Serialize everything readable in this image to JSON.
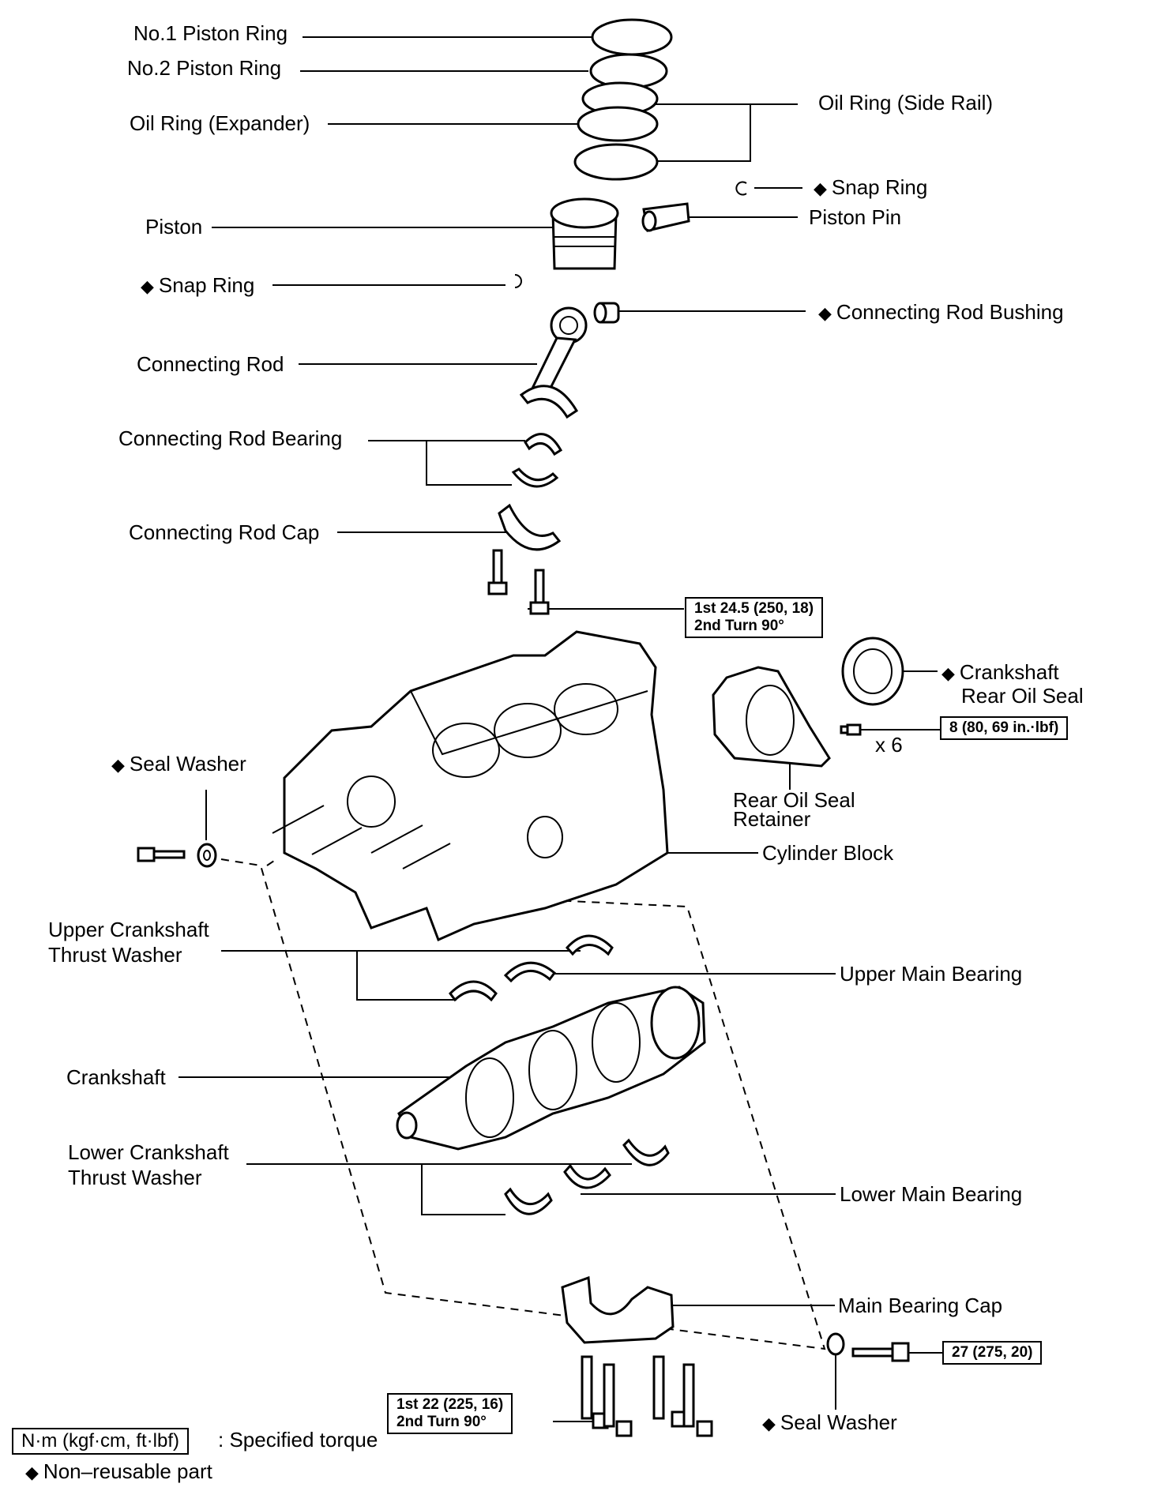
{
  "labels": {
    "no1_piston_ring": "No.1 Piston Ring",
    "no2_piston_ring": "No.2 Piston Ring",
    "oil_ring_expander": "Oil Ring (Expander)",
    "oil_ring_side_rail": "Oil Ring (Side Rail)",
    "snap_ring_right": "Snap Ring",
    "piston": "Piston",
    "piston_pin": "Piston Pin",
    "snap_ring_left": "Snap Ring",
    "connecting_rod_bushing": "Connecting Rod Bushing",
    "connecting_rod": "Connecting Rod",
    "connecting_rod_bearing": "Connecting Rod Bearing",
    "connecting_rod_cap": "Connecting Rod Cap",
    "crankshaft_rear_oil_seal_1": "Crankshaft",
    "crankshaft_rear_oil_seal_2": "Rear Oil Seal",
    "bolt_count": "x 6",
    "rear_oil_seal_retainer_1": "Rear Oil Seal",
    "rear_oil_seal_retainer_2": "Retainer",
    "seal_washer_upper": "Seal Washer",
    "cylinder_block": "Cylinder Block",
    "upper_thrust_washer_1": "Upper Crankshaft",
    "upper_thrust_washer_2": "Thrust Washer",
    "upper_main_bearing": "Upper Main Bearing",
    "crankshaft": "Crankshaft",
    "lower_thrust_washer_1": "Lower Crankshaft",
    "lower_thrust_washer_2": "Thrust Washer",
    "lower_main_bearing": "Lower Main Bearing",
    "main_bearing_cap": "Main Bearing Cap",
    "seal_washer_lower": "Seal Washer"
  },
  "non_reusable_marker": "◆",
  "torques": {
    "rod_cap_line1": "1st 24.5 (250, 18)",
    "rod_cap_line2": "2nd Turn 90°",
    "retainer": "8 (80, 69 in.·lbf)",
    "side_bolt": "27 (275, 20)",
    "main_cap_line1": "1st 22 (225, 16)",
    "main_cap_line2": "2nd Turn 90°"
  },
  "legend": {
    "torque_unit": "N·m (kgf·cm, ft·lbf)",
    "torque_desc": ": Specified torque",
    "non_reusable": "Non–reusable part"
  }
}
